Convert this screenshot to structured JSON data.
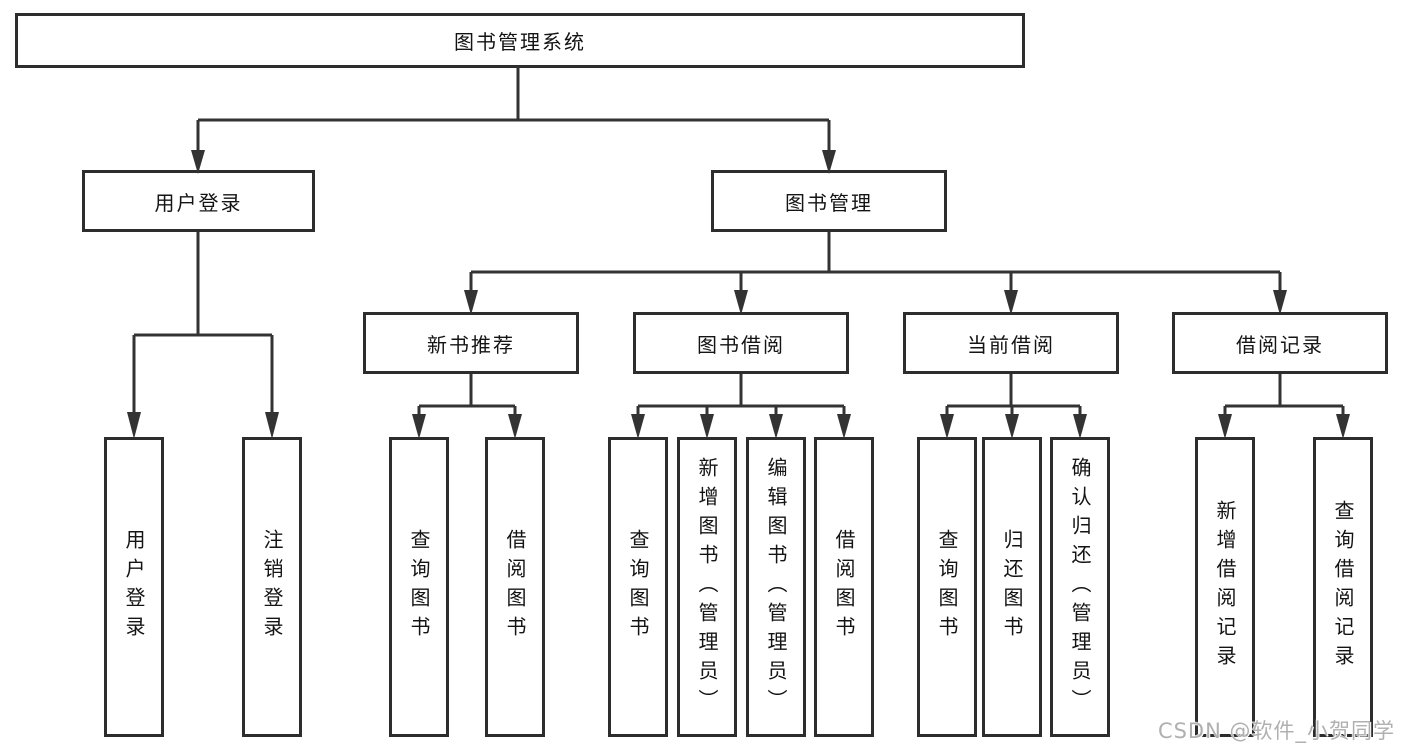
{
  "diagram": {
    "title": "图书管理系统",
    "nodes": {
      "root": "图书管理系统",
      "user_login": "用户登录",
      "book_mgmt": "图书管理",
      "new_book_rec": "新书推荐",
      "book_borrow": "图书借阅",
      "current_borrow": "当前借阅",
      "borrow_record": "借阅记录",
      "leaves": {
        "user_login": [
          "用户登录",
          "注销登录"
        ],
        "new_book_rec": [
          "查询图书",
          "借阅图书"
        ],
        "book_borrow": [
          "查询图书",
          "新增图书（管理员）",
          "编辑图书（管理员）",
          "借阅图书"
        ],
        "current_borrow": [
          "查询图书",
          "归还图书",
          "确认归还（管理员）"
        ],
        "borrow_record": [
          "新增借阅记录",
          "查询借阅记录"
        ]
      }
    },
    "colors": {
      "line": "#333333",
      "border": "#2d2d2d",
      "text": "#141414",
      "background": "#ffffff",
      "watermark": "#b0b0b0"
    }
  },
  "watermark": "CSDN @软件_小贺同学"
}
